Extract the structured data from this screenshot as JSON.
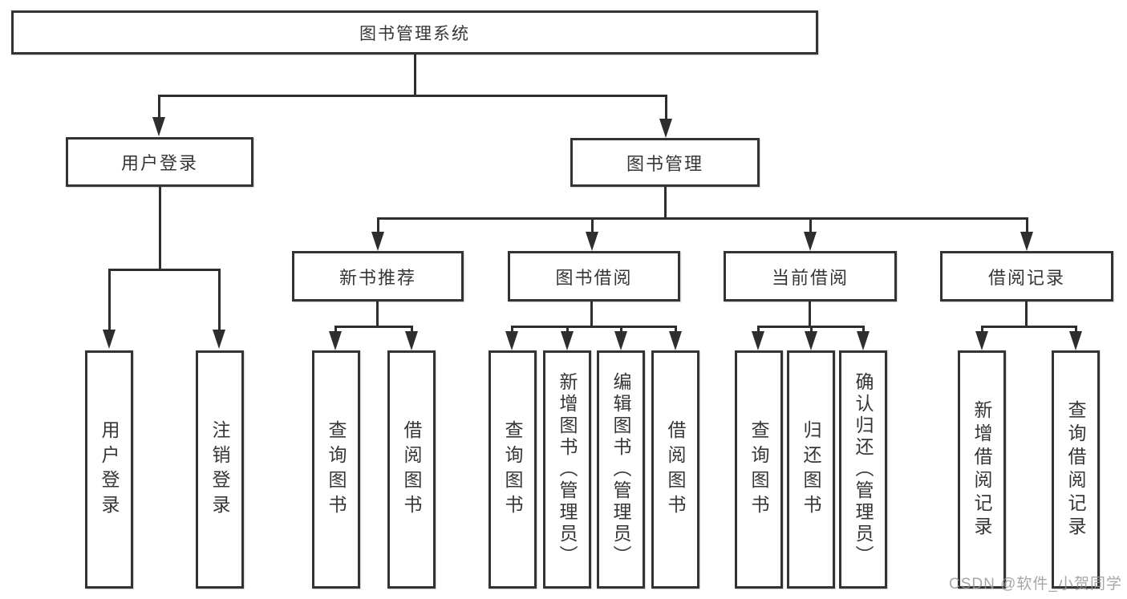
{
  "tree": {
    "root": "图书管理系统",
    "children": [
      {
        "label": "用户登录",
        "children": [
          {
            "label": "用户登录"
          },
          {
            "label": "注销登录"
          }
        ]
      },
      {
        "label": "图书管理",
        "children": [
          {
            "label": "新书推荐",
            "children": [
              {
                "label": "查询图书"
              },
              {
                "label": "借阅图书"
              }
            ]
          },
          {
            "label": "图书借阅",
            "children": [
              {
                "label": "查询图书"
              },
              {
                "label": "新增图书（管理员）"
              },
              {
                "label": "编辑图书（管理员）"
              },
              {
                "label": "借阅图书"
              }
            ]
          },
          {
            "label": "当前借阅",
            "children": [
              {
                "label": "查询图书"
              },
              {
                "label": "归还图书"
              },
              {
                "label": "确认归还（管理员）"
              }
            ]
          },
          {
            "label": "借阅记录",
            "children": [
              {
                "label": "新增借阅记录"
              },
              {
                "label": "查询借阅记录"
              }
            ]
          }
        ]
      }
    ]
  },
  "watermark": "CSDN @软件_小贺同学",
  "colors": {
    "line": "#2e2e2e",
    "border": "#333333",
    "text": "#363636",
    "background": "#ffffff",
    "watermark_text": "#969696"
  }
}
